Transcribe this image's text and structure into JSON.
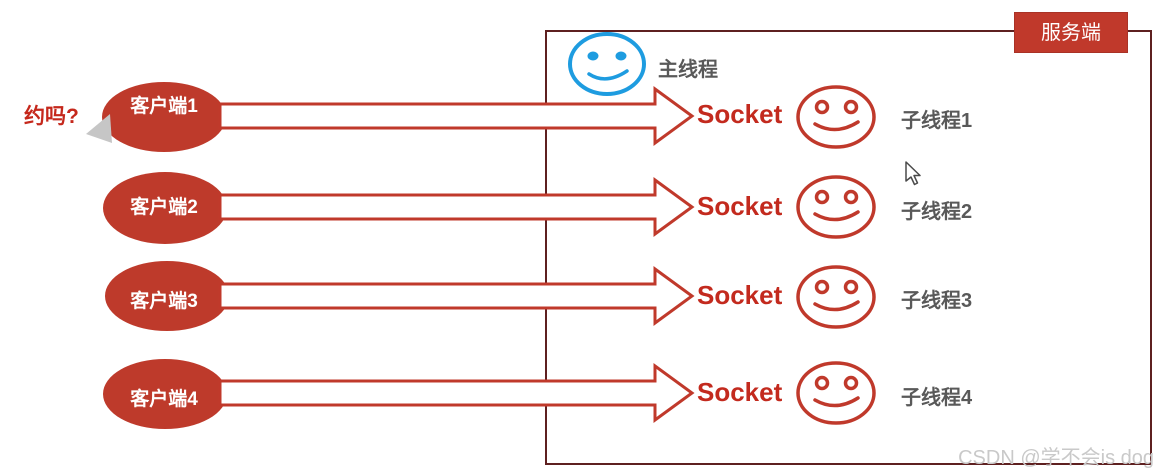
{
  "annotation": "约吗?",
  "server": {
    "label": "服务端"
  },
  "main_thread": {
    "label": "主线程",
    "icon": "blue-smiley-face-icon"
  },
  "clients": [
    {
      "label": "客户端1"
    },
    {
      "label": "客户端2"
    },
    {
      "label": "客户端3"
    },
    {
      "label": "客户端4"
    }
  ],
  "rows": [
    {
      "socket": "Socket",
      "thread": "子线程1",
      "icon": "red-smiley-face-icon",
      "from": "客户端1"
    },
    {
      "socket": "Socket",
      "thread": "子线程2",
      "icon": "red-smiley-face-icon",
      "from": "客户端2"
    },
    {
      "socket": "Socket",
      "thread": "子线程3",
      "icon": "red-smiley-face-icon",
      "from": "客户端3"
    },
    {
      "socket": "Socket",
      "thread": "子线程4",
      "icon": "red-smiley-face-icon",
      "from": "客户端4"
    }
  ],
  "watermark": "CSDN @学不会is dog",
  "colors": {
    "client_ellipse": "#be3a2b",
    "arrow_red": "#c0392b",
    "socket_text": "#c32a1e",
    "server_border": "#5e2020",
    "server_label_bg": "#c0392b",
    "thread_text": "#595959",
    "main_thread_blue": "#1e9ce0",
    "watermark_gray": "#c9c9c9",
    "callout_triangle_gray": "#c6c6c6"
  }
}
